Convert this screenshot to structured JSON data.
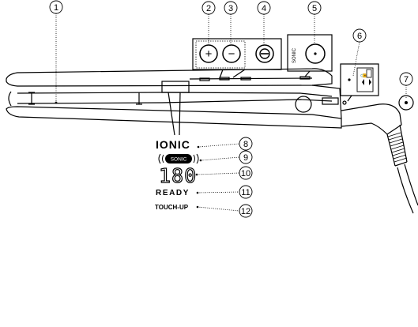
{
  "callouts": [
    {
      "number": "1"
    },
    {
      "number": "2"
    },
    {
      "number": "3"
    },
    {
      "number": "4"
    },
    {
      "number": "5"
    },
    {
      "number": "6"
    },
    {
      "number": "7"
    },
    {
      "number": "8"
    },
    {
      "number": "9"
    },
    {
      "number": "10"
    },
    {
      "number": "11"
    },
    {
      "number": "12"
    }
  ],
  "buttons": {
    "plus_symbol": "+",
    "minus_symbol": "−",
    "sonic_vertical_label": "SONIC"
  },
  "display": {
    "ionic": "IONIC",
    "sonic": "SONIC",
    "temperature": "180",
    "ready": "READY",
    "touch_up": "TOUCH-UP"
  }
}
